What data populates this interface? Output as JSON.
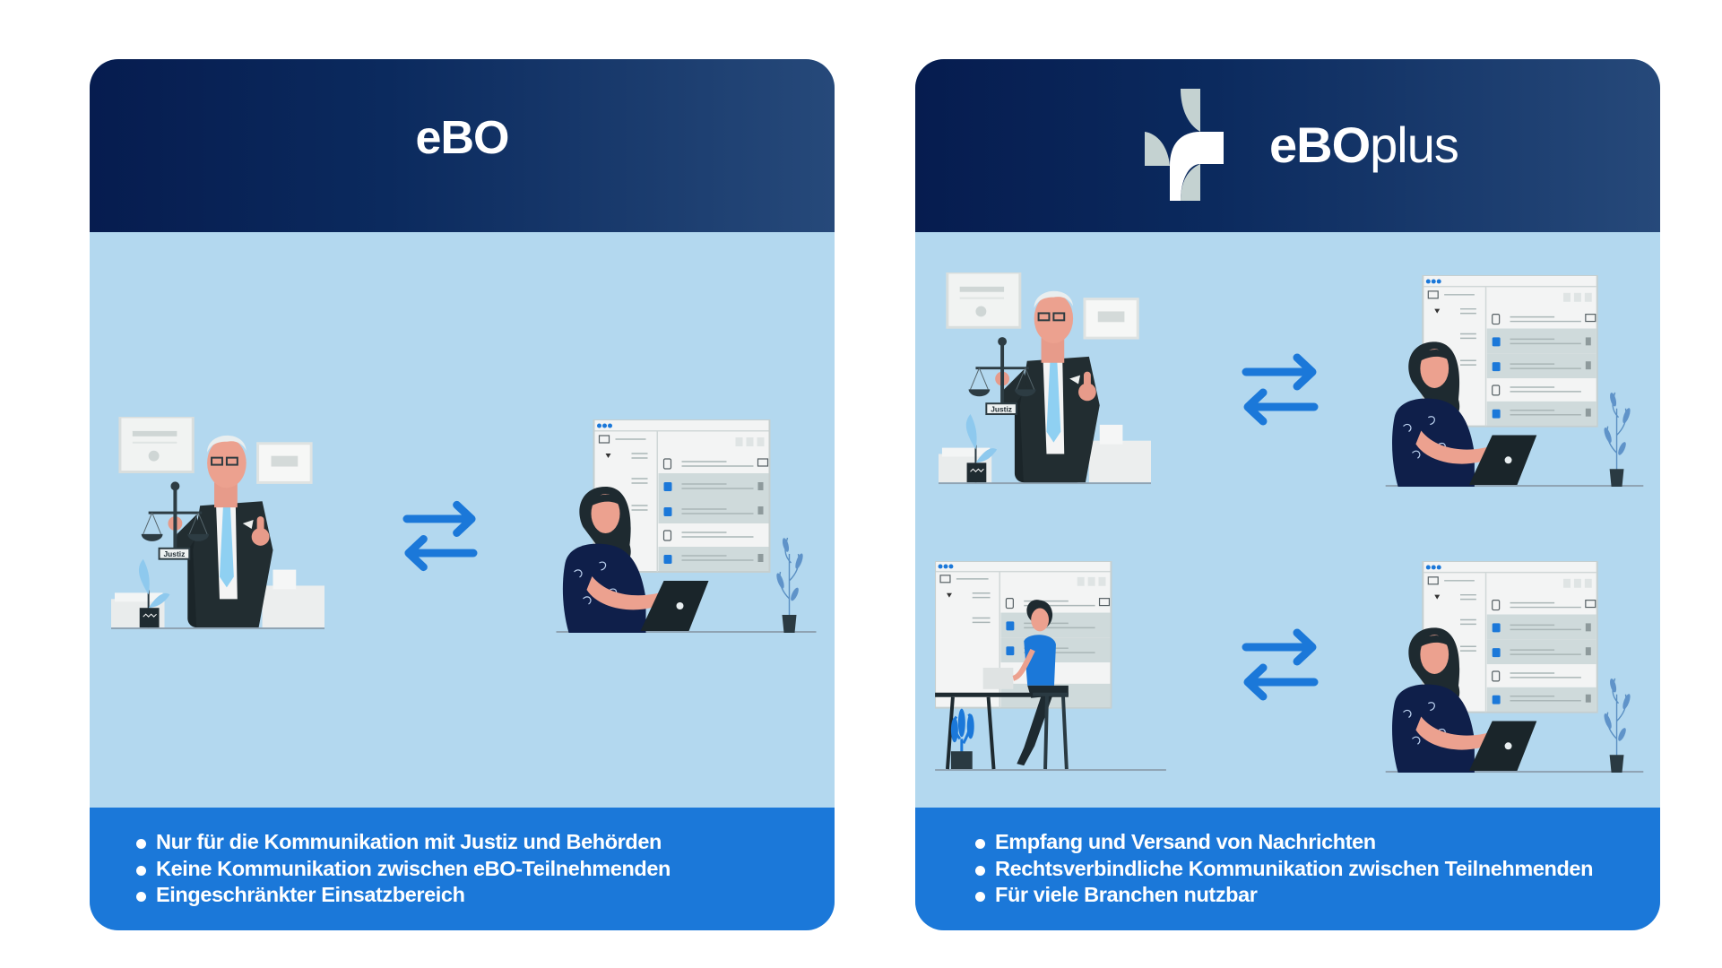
{
  "left_card": {
    "title": "eBO",
    "bullets": [
      "Nur für die Kommunikation mit Justiz und Behörden",
      "Keine Kommunikation zwischen eBO-Teilnehmenden",
      "Eingeschränkter Einsatzbereich"
    ]
  },
  "right_card": {
    "logo": {
      "bold": "eBO",
      "light": "plus",
      "icon": "cross-logo-icon"
    },
    "bullets": [
      "Empfang und Versand von Nachrichten",
      "Rechtsverbindliche Kommunikation zwischen Teilnehmenden",
      "Für viele Branchen nutzbar"
    ]
  },
  "illustration": {
    "scale_label": "Justiz"
  },
  "colors": {
    "header_dark": "#061c4f",
    "header_light": "#26497a",
    "body_bg": "#b3d8ef",
    "footer_bg": "#1b78d9",
    "arrow": "#1b78d9"
  }
}
